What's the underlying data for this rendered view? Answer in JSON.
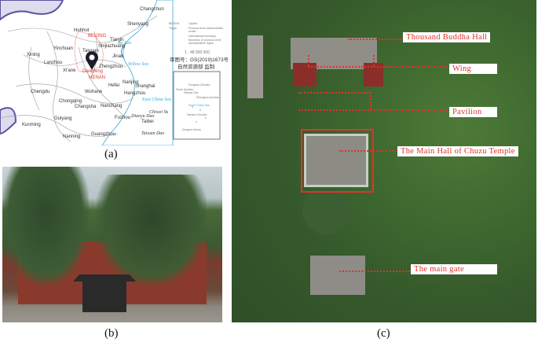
{
  "panels": {
    "a": {
      "caption": "(a)"
    },
    "b": {
      "caption": "(b)"
    },
    "c": {
      "caption": "(c)"
    }
  },
  "map": {
    "cities": [
      "Changchun",
      "Shenyang",
      "Hohhot",
      "BEIJING",
      "Tianjin",
      "Shijiazhuang",
      "Taiyuan",
      "Jinan",
      "Yinchuan",
      "Xining",
      "Lanzhou",
      "Xi'ane",
      "Zhengzhou",
      "Dengfeng",
      "HENAN",
      "Hefei",
      "Nanjing",
      "Shanghai",
      "Hangzhou",
      "Chengdu",
      "Wuhane",
      "Chongqing",
      "Changsha",
      "Nanchang",
      "Guiyang",
      "Fuzhou",
      "Kunming",
      "Nanning",
      "Guangzhou",
      "Taibei",
      "Diaoyu Dao",
      "Chiwei Yu",
      "Taiwan Dao"
    ],
    "seas": [
      "Bo Hai",
      "Yellow Sea",
      "East China Sea"
    ],
    "legend": {
      "capital_label": "BEIJING",
      "capital_desc": "Capital",
      "prov_label": "Tianjin",
      "prov_desc": "Province level administrative center",
      "intl": "International boundary",
      "prov_boundary": "Boundary of province-level administrative region",
      "scale": "1 : 48 000 000",
      "approval": "审图号：GS(2019)1673号",
      "issuer": "自然资源部 监制"
    },
    "inset": {
      "labels": [
        "South China Sea",
        "Hainan Dao",
        "Dongsha Qundao",
        "Xisha Qundao",
        "Zhongsha Qundao",
        "Nansha Qundao",
        "Zengmu Ansha"
      ]
    },
    "colors": {
      "marker": "#1c1c2a",
      "highlight": "#e23b2e",
      "water": "#3aa7d8",
      "ocean_edge": "#5b57a6"
    }
  },
  "annotations": [
    "Thousand Buddha Hall",
    "Wing",
    "Pavilion",
    "The Main Hall of Chuzu Temple",
    "The main gate"
  ],
  "annotation_color": "#e0332b"
}
